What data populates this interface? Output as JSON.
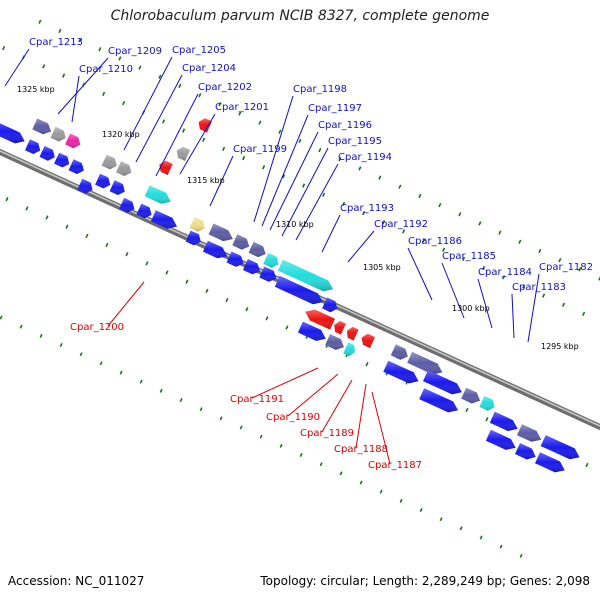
{
  "title": "Chlorobaculum parvum NCIB 8327, complete genome",
  "footer": {
    "accession": "Accession: NC_011027",
    "summary": "Topology: circular; Length: 2,289,249 bp; Genes: 2,098"
  },
  "colors": {
    "forward_label": "#1010c8",
    "reverse_label": "#dd0000",
    "backbone": "#8a8a8a",
    "blue": "#1a1aee",
    "cyan": "#22dddd",
    "slate": "#5c5ca6",
    "gray": "#9a9a9a",
    "magenta": "#ee22aa",
    "khaki": "#eedd88",
    "red": "#ee1111",
    "tick": "#117711"
  },
  "ticks": [
    {
      "label": "1325 kbp"
    },
    {
      "label": "1320 kbp"
    },
    {
      "label": "1315 kbp"
    },
    {
      "label": "1310 kbp"
    },
    {
      "label": "1305 kbp"
    },
    {
      "label": "1300 kbp"
    },
    {
      "label": "1295 kbp"
    }
  ],
  "forward_genes": [
    {
      "label": "Cpar_1213"
    },
    {
      "label": "Cpar_1209"
    },
    {
      "label": "Cpar_1210"
    },
    {
      "label": "Cpar_1205"
    },
    {
      "label": "Cpar_1204"
    },
    {
      "label": "Cpar_1202"
    },
    {
      "label": "Cpar_1201"
    },
    {
      "label": "Cpar_1198"
    },
    {
      "label": "Cpar_1199"
    },
    {
      "label": "Cpar_1197"
    },
    {
      "label": "Cpar_1196"
    },
    {
      "label": "Cpar_1195"
    },
    {
      "label": "Cpar_1194"
    },
    {
      "label": "Cpar_1193"
    },
    {
      "label": "Cpar_1192"
    },
    {
      "label": "Cpar_1186"
    },
    {
      "label": "Cpar_1185"
    },
    {
      "label": "Cpar_1184"
    },
    {
      "label": "Cpar_1182"
    },
    {
      "label": "Cpar_1183"
    }
  ],
  "reverse_genes": [
    {
      "label": "Cpar_1200"
    },
    {
      "label": "Cpar_1191"
    },
    {
      "label": "Cpar_1190"
    },
    {
      "label": "Cpar_1189"
    },
    {
      "label": "Cpar_1188"
    },
    {
      "label": "Cpar_1187"
    }
  ]
}
